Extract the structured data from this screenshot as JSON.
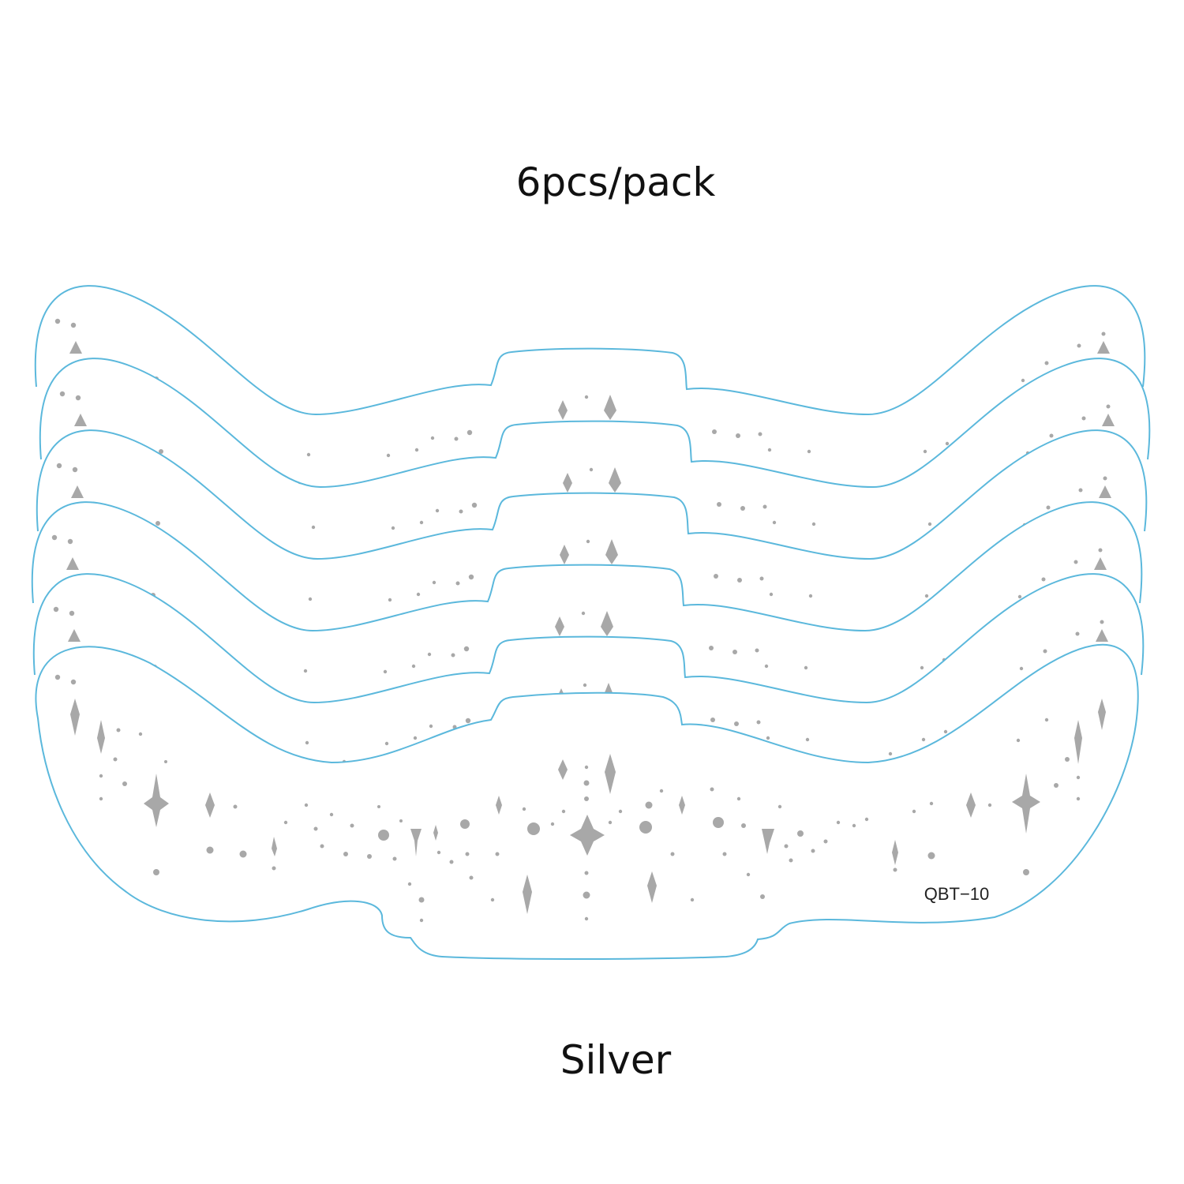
{
  "header": {
    "pack_text": "6pcs/pack"
  },
  "product": {
    "color_name": "Silver",
    "model_code": "QBT−10",
    "sheet_count": 6
  },
  "colors": {
    "outline": "#5bb8dc",
    "glitter": "#a8a8a8",
    "text": "#111111",
    "background": "#ffffff"
  }
}
